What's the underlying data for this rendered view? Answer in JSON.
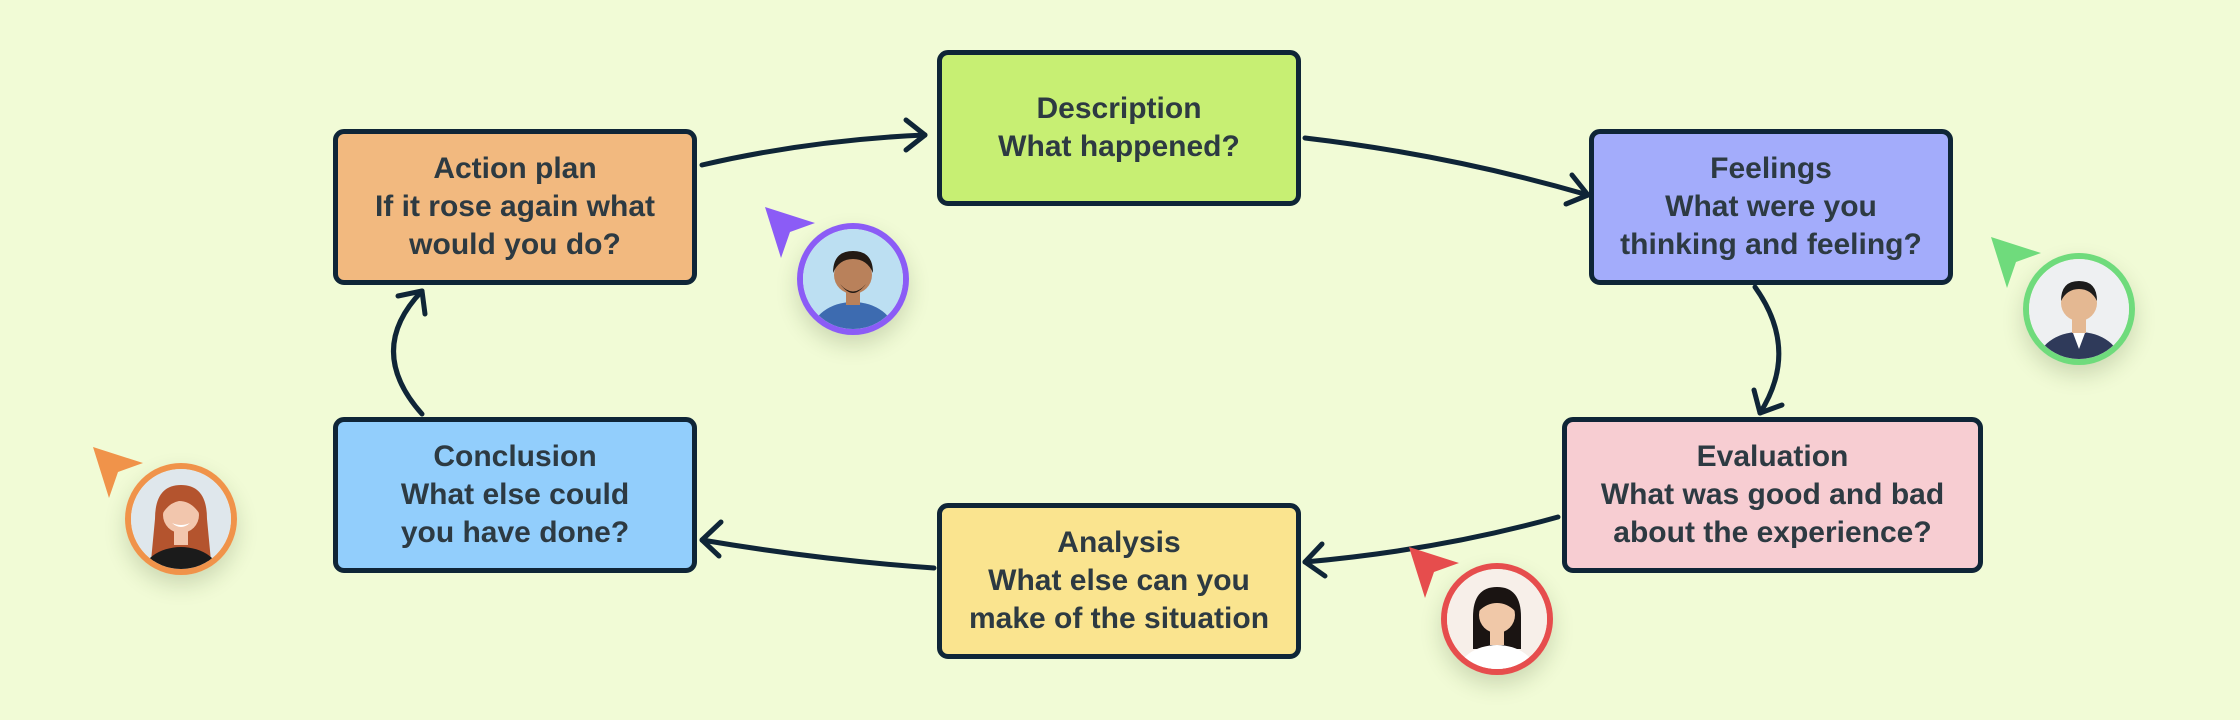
{
  "nodes": {
    "description": {
      "title": "Description",
      "lines": [
        "What happened?"
      ]
    },
    "feelings": {
      "title": "Feelings",
      "lines": [
        "What were you",
        "thinking and feeling?"
      ]
    },
    "evaluation": {
      "title": "Evaluation",
      "lines": [
        "What was good and bad",
        "about the experience?"
      ]
    },
    "analysis": {
      "title": "Analysis",
      "lines": [
        "What else can you",
        "make of the situation"
      ]
    },
    "conclusion": {
      "title": "Conclusion",
      "lines": [
        "What else could",
        "you have done?"
      ]
    },
    "action_plan": {
      "title": "Action plan",
      "lines": [
        "If it rose again what",
        "would you do?"
      ]
    }
  },
  "collaborators": [
    {
      "id": "purple",
      "color": "#8b5cf6",
      "skin": "#b9815b",
      "hair": "#231a14",
      "shirt": "#3d6bb0",
      "bg": "#bcdff2"
    },
    {
      "id": "green",
      "color": "#6fdb7c",
      "skin": "#e4b892",
      "hair": "#1c1c1c",
      "shirt": "#2f3a5a",
      "bg": "#eef0f2"
    },
    {
      "id": "red",
      "color": "#e64d4d",
      "skin": "#f0c8a8",
      "hair": "#1a1412",
      "shirt": "#ffffff",
      "bg": "#f7efe9"
    },
    {
      "id": "orange",
      "color": "#f0934a",
      "skin": "#f2c6ad",
      "hair": "#b4542e",
      "shirt": "#1b1b1b",
      "bg": "#dfe7ec"
    }
  ],
  "colors": {
    "background": "#f1fbd6",
    "stroke": "#0f2537",
    "text": "#2d3a42"
  }
}
